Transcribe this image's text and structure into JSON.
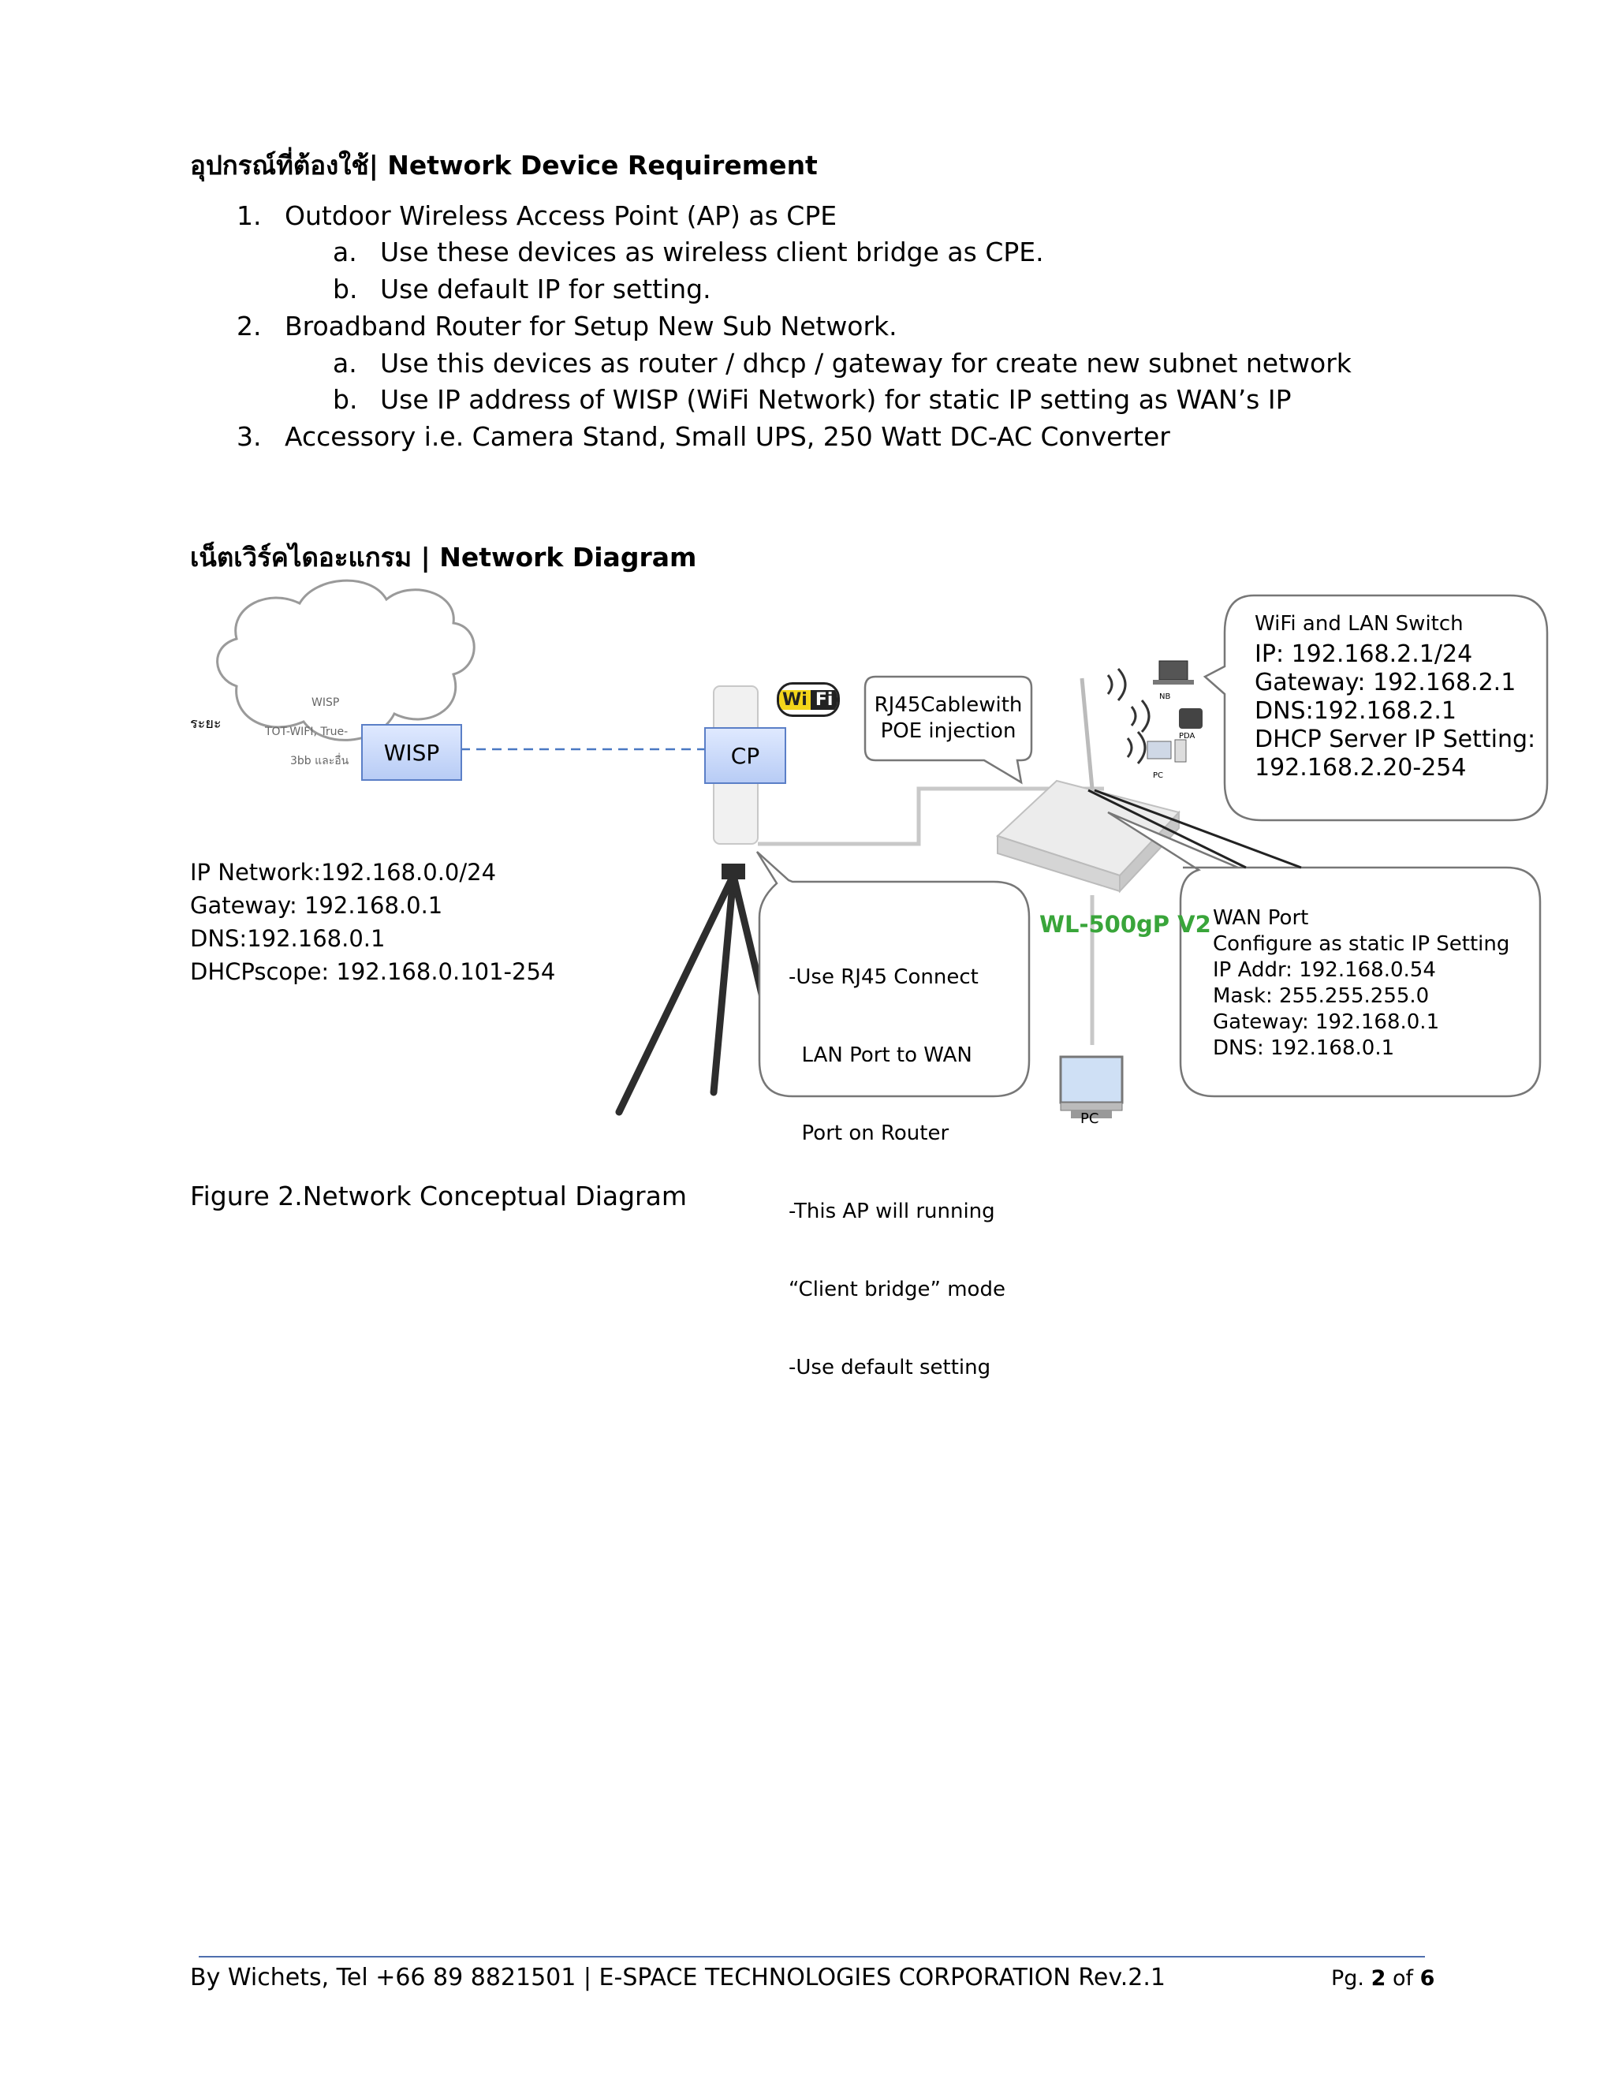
{
  "section1": {
    "heading": "อุปกรณ์ที่ต้องใช้| Network Device Requirement",
    "items": [
      {
        "num": "1.",
        "text": "Outdoor Wireless Access Point (AP) as CPE",
        "sub": [
          {
            "num": "a.",
            "text": "Use these devices as wireless client bridge as CPE."
          },
          {
            "num": "b.",
            "text": "Use default IP for setting."
          }
        ]
      },
      {
        "num": "2.",
        "text": "Broadband Router for Setup New Sub Network.",
        "sub": [
          {
            "num": "a.",
            "text": "Use this devices as router / dhcp / gateway for create new subnet network"
          },
          {
            "num": "b.",
            "text": "Use IP address of WISP (WiFi Network) for static IP setting as WAN’s IP"
          }
        ]
      },
      {
        "num": "3.",
        "text": "Accessory i.e. Camera Stand, Small UPS, 250 Watt DC-AC Converter"
      }
    ]
  },
  "section2": {
    "heading": "เน็ตเวิร์คไดอะแกรม | Network Diagram"
  },
  "diagram": {
    "cloud_lines": [
      "WISP",
      "TOT-WIFI, True-",
      "3bb และอื่น"
    ],
    "cloud_side": "ระยะ",
    "wisp_box": "WISP",
    "cp_box": "CP",
    "wifi_badge": [
      "Wi",
      "Fi"
    ],
    "wisp_info": [
      "IP Network:192.168.0.0/24",
      "Gateway: 192.168.0.1",
      "DNS:192.168.0.1",
      "DHCPscope: 192.168.0.101-254"
    ],
    "rj45_bubble": [
      "RJ45Cablewith",
      "POE injection"
    ],
    "switch_bubble_title": "WiFi and LAN Switch",
    "switch_bubble": [
      "IP: 192.168.2.1/24",
      "Gateway: 192.168.2.1",
      "DNS:192.168.2.1",
      "DHCP Server IP Setting:",
      "192.168.2.20-254"
    ],
    "cp_bubble": [
      "-Use RJ45 Connect",
      "  LAN Port to WAN",
      "  Port on Router",
      "-This AP will running",
      "“Client bridge” mode",
      "-Use default setting"
    ],
    "router_label": "WL-500gP V2",
    "wan_bubble": [
      "WAN Port",
      "Configure as static IP Setting",
      "IP Addr: 192.168.0.54",
      "Mask: 255.255.255.0",
      "Gateway: 192.168.0.1",
      "DNS: 192.168.0.1"
    ],
    "pc_label": "PC",
    "client_labels": [
      "NB",
      "PDA",
      "PC"
    ],
    "caption": "Figure 2.Network Conceptual Diagram"
  },
  "footer": {
    "left": "By Wichets, Tel +66 89 8821501 | E-SPACE TECHNOLOGIES CORPORATION Rev.2.1",
    "page_prefix": "Pg. ",
    "page_num": "2",
    "page_mid": " of ",
    "page_total": "6"
  },
  "colors": {
    "box_border": "#5b7fc7",
    "dashed_line": "#4a78c2",
    "router_label": "#39a53a",
    "footer_rule": "#4f6fae"
  }
}
